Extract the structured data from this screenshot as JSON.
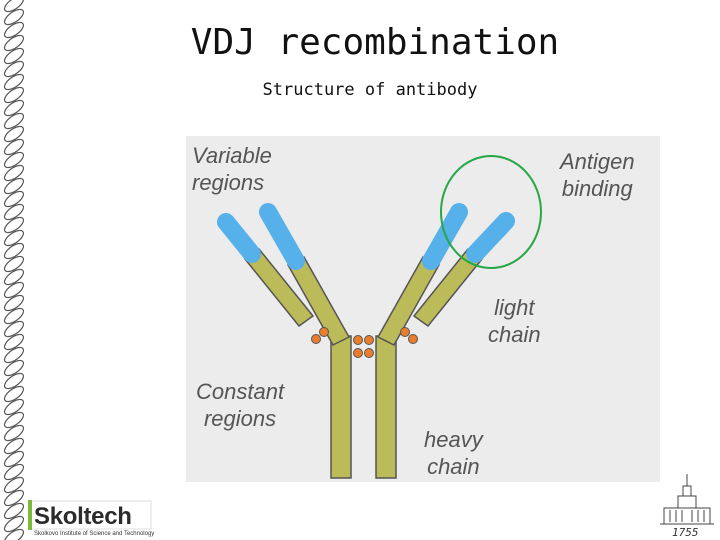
{
  "slide": {
    "title": "VDJ recombination",
    "subtitle": "Structure of antibody"
  },
  "diagram": {
    "labels": {
      "variable_regions": "Variable\nregions",
      "antigen_binding": "Antigen\nbinding",
      "light_chain": "light\nchain",
      "constant_regions": "Constant\nregions",
      "heavy_chain": "heavy\nchain"
    },
    "colors": {
      "variable": "#56b0ea",
      "constant": "#bcbb59",
      "outline": "#555555",
      "disulfide": "#ea7d2d",
      "antigen_circle": "#25a845",
      "background": "#ececec"
    }
  },
  "footer": {
    "logo": "Skoltech",
    "logo_tagline": "Skolkovo Institute of Science and Technology",
    "year_mark": "1755"
  }
}
